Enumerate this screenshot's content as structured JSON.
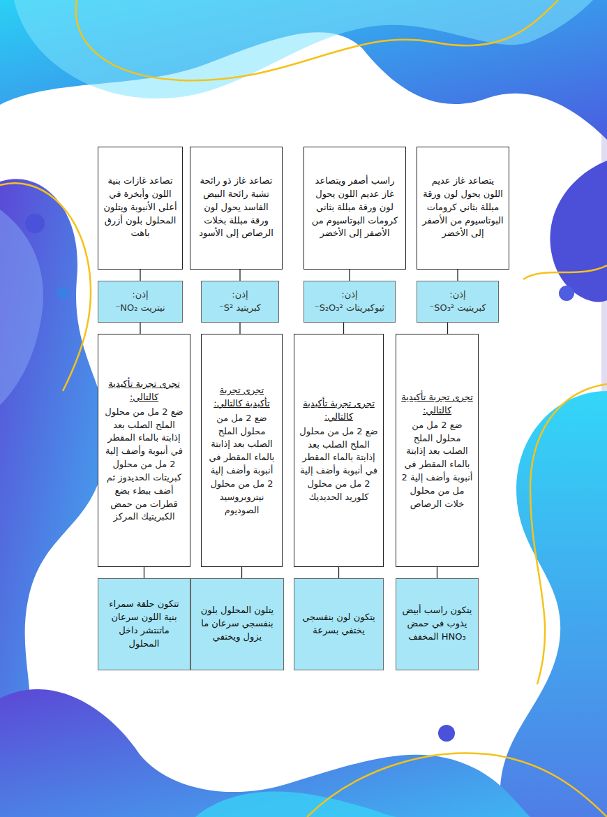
{
  "diagram": {
    "nodes": [
      {
        "text": [
          "يتصاعد غاز عديم اللون يحول لون ورقة مبللة بثاني كرومات البوتاسيوم من الأصفر إلى الأخضر"
        ]
      },
      {
        "text": [
          "راسب أصفر ويتصاعد غاز عديم اللون يحول لون ورقة مبللة بثاني كرومات البوتاسيوم من الأصفر إلى الأخضر"
        ]
      },
      {
        "text": [
          "تصاعد غاز ذو رائحة تشبة رائحة البيض الفاسد يحول لون ورقة مبللة بخلات الرصاص إلى الأسود"
        ]
      },
      {
        "text": [
          "تصاعد غازات بنية اللون وأبخرة في أعلى الأنبوبة ويتلون المحلول بلون أزرق باهت"
        ]
      },
      {
        "text": [
          "إذن:",
          "كبريتيت SO₃²⁻"
        ]
      },
      {
        "text": [
          "إذن:",
          "ثيوكبريتات S₂O₃²⁻"
        ]
      },
      {
        "text": [
          "إذن:",
          "كبريتيد S²⁻"
        ]
      },
      {
        "text": [
          "إذن:",
          "نيتريت NO₂⁻"
        ]
      },
      {
        "text": [
          "تجرى تجربة تأكيدية كالتالي:",
          "ضع 2 مل من محلول الملح الصلب بعد إذابتة بالماء المقطر في أنبوبة وأضف إلية 2 مل من محلول خلات الرصاص"
        ]
      },
      {
        "text": [
          "تجرى تجربة تأكيدية كالتالي:",
          "ضع 2 مل من محلول الملح الصلب بعد إذابتة بالماء المقطر في أنبوبة وأضف إلية 2 مل من محلول كلوريد الحديديك"
        ]
      },
      {
        "text": [
          "تجرى تجربة تأكيدية كالتالي:",
          "ضع 2 مل من محلول الملح الصلب بعد إذابتة بالماء المقطر في أنبوبة وأضف إلية 2 مل من محلول نيتروبروسيد الصوديوم"
        ]
      },
      {
        "text": [
          "تجرى تجربة تأكيدية كالتالي:",
          "ضع 2 مل من محلول الملح الصلب بعد إذابتة بالماء المقطر في أنبوبة وأضف إلية 2 مل من محلول كبريتات الحديدوز ثم أضف ببطء بضع قطرات من حمض الكبريتيك المركز"
        ]
      },
      {
        "text": [
          "يتكون راسب أبيض يذوب في حمض HNO₃ المخفف"
        ]
      },
      {
        "text": [
          "يتكون لون بنفسجي يختفي بسرعة"
        ]
      },
      {
        "text": [
          "يتلون المحلول بلون بنفسجي سرعان ما يزول ويختفي"
        ]
      },
      {
        "text": [
          "تتكون حلقة سمراء بنية اللون سرعان ماتنتشر داخل المحلول"
        ]
      }
    ],
    "edges": [
      {
        "from": 0,
        "to": 4,
        "arrow": "none"
      },
      {
        "from": 1,
        "to": 5,
        "arrow": "none"
      },
      {
        "from": 2,
        "to": 6,
        "arrow": "none"
      },
      {
        "from": 3,
        "to": 7,
        "arrow": "none"
      },
      {
        "from": 4,
        "to": 8,
        "arrow": "none"
      },
      {
        "from": 5,
        "to": 9,
        "arrow": "none"
      },
      {
        "from": 6,
        "to": 10,
        "arrow": "none"
      },
      {
        "from": 7,
        "to": 11,
        "arrow": "none"
      },
      {
        "from": 8,
        "to": 12,
        "arrow": "none"
      },
      {
        "from": 9,
        "to": 13,
        "arrow": "none"
      },
      {
        "from": 10,
        "to": 14,
        "arrow": "none"
      },
      {
        "from": 11,
        "to": 15,
        "arrow": "none"
      }
    ]
  }
}
